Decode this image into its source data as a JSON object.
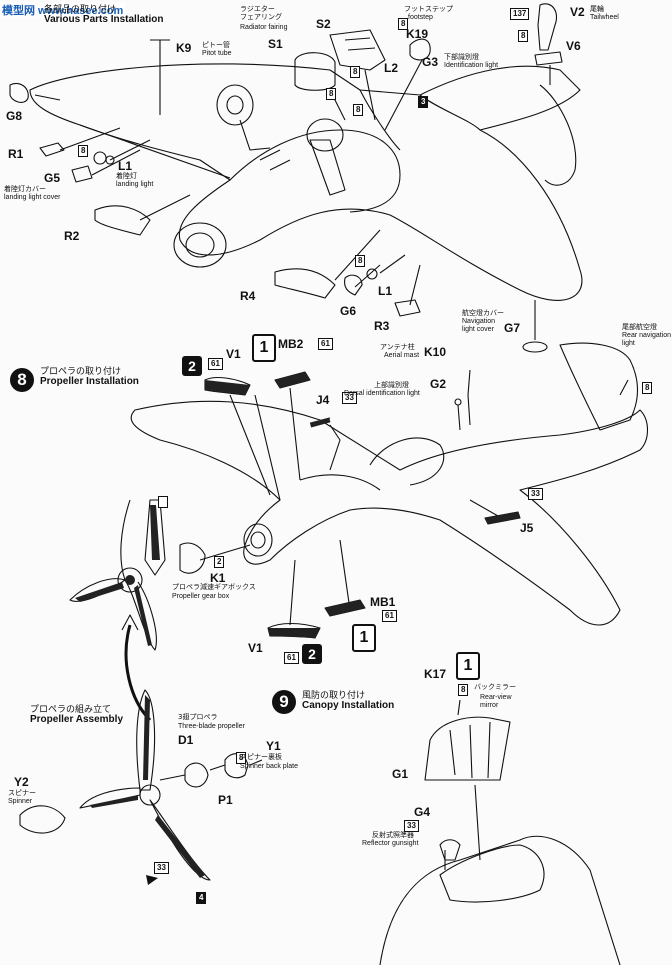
{
  "watermark": "模型网 www.hasee.com",
  "sections": {
    "s7": {
      "jp": "各部品の取り付け",
      "en": "Various Parts Installation"
    },
    "s8": {
      "number": "8",
      "jp": "プロペラの取り付け",
      "en": "Propeller Installation"
    },
    "s9": {
      "number": "9",
      "jp": "風防の取り付け",
      "en": "Canopy Installation"
    },
    "prop": {
      "jp": "プロペラの組み立て",
      "en": "Propeller Assembly"
    }
  },
  "parts": {
    "K9": {
      "id": "K9",
      "jp": "ピトー管",
      "en": "Pitot tube"
    },
    "G8": {
      "id": "G8"
    },
    "R1": {
      "id": "R1"
    },
    "L1a": {
      "id": "L1",
      "jp": "着陸灯",
      "en": "landing light"
    },
    "G5": {
      "id": "G5",
      "jp": "着陸灯カバー",
      "en": "landing light cover"
    },
    "R2": {
      "id": "R2"
    },
    "S1": {
      "id": "S1",
      "jp": "ラジエター\nフェアリング",
      "en": "Radiator fairing"
    },
    "S2": {
      "id": "S2"
    },
    "L2": {
      "id": "L2"
    },
    "G3": {
      "id": "G3",
      "jp": "下部識別燈",
      "en": "Identification light"
    },
    "K19": {
      "id": "K19",
      "jp": "フットステップ",
      "en": "footstep"
    },
    "V2": {
      "id": "V2",
      "jp": "尾輪",
      "en": "Tailwheel"
    },
    "V6": {
      "id": "V6"
    },
    "R4": {
      "id": "R4"
    },
    "G6": {
      "id": "G6"
    },
    "L1b": {
      "id": "L1"
    },
    "R3": {
      "id": "R3"
    },
    "G7": {
      "id": "G7",
      "jp": "航空燈カバー",
      "en": "Navigation\nlight cover"
    },
    "V1a": {
      "id": "V1"
    },
    "MB2": {
      "id": "MB2"
    },
    "J4": {
      "id": "J4"
    },
    "K10": {
      "id": "K10",
      "jp": "アンテナ柱",
      "en": "Aerial mast"
    },
    "G2": {
      "id": "G2",
      "jp": "上部識別燈",
      "en": "Dorsal identification light"
    },
    "tailnav": {
      "jp": "尾部航空燈",
      "en": "Rear navigation\nlight"
    },
    "J5": {
      "id": "J5"
    },
    "K1": {
      "id": "K1",
      "jp": "プロペラ減速ギアボックス",
      "en": "Propeller gear box"
    },
    "MB1": {
      "id": "MB1"
    },
    "V1b": {
      "id": "V1"
    },
    "K17": {
      "id": "K17",
      "jp": "バックミラー",
      "en": "Rear-view\nmirror"
    },
    "G1": {
      "id": "G1"
    },
    "G4": {
      "id": "G4",
      "jp": "反射式照準器",
      "en": "Reflector gunsight"
    },
    "D1": {
      "id": "D1",
      "jp": "3翅プロペラ",
      "en": "Three-blade propeller"
    },
    "Y1": {
      "id": "Y1",
      "jp": "スピナー裏板",
      "en": "Spinner back plate"
    },
    "P1": {
      "id": "P1"
    },
    "Y2": {
      "id": "Y2",
      "jp": "スピナー",
      "en": "Spinner"
    }
  },
  "callouts": {
    "c137": "137",
    "c8": "8",
    "c3": "3",
    "c33": "33",
    "c61": "61",
    "c2": "2",
    "c4": "4",
    "c1": "1"
  },
  "paint": {
    "one": "1",
    "two": "2"
  }
}
